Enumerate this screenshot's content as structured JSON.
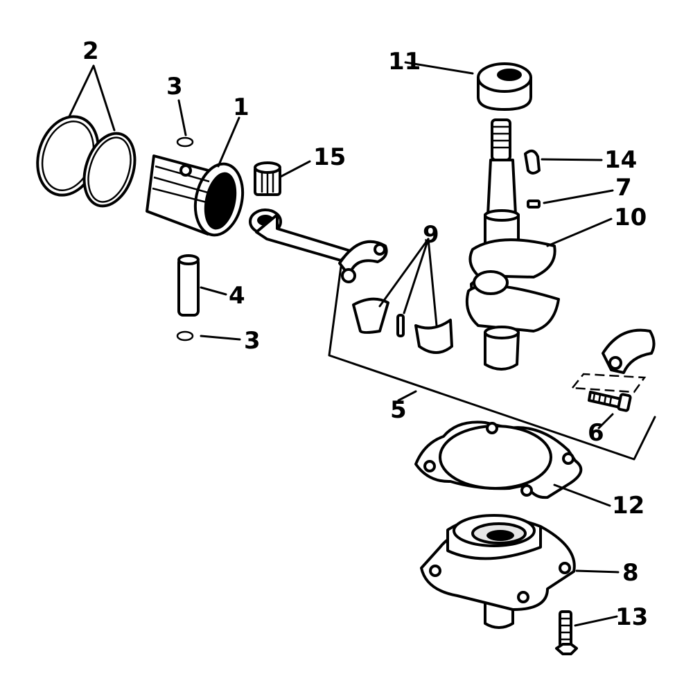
{
  "diagram": {
    "callouts": [
      {
        "id": "1",
        "text": "1"
      },
      {
        "id": "2",
        "text": "2"
      },
      {
        "id": "3a",
        "text": "3"
      },
      {
        "id": "3b",
        "text": "3"
      },
      {
        "id": "4",
        "text": "4"
      },
      {
        "id": "5",
        "text": "5"
      },
      {
        "id": "6",
        "text": "6"
      },
      {
        "id": "7",
        "text": "7"
      },
      {
        "id": "8",
        "text": "8"
      },
      {
        "id": "9",
        "text": "9"
      },
      {
        "id": "10",
        "text": "10"
      },
      {
        "id": "11",
        "text": "11"
      },
      {
        "id": "12",
        "text": "12"
      },
      {
        "id": "13",
        "text": "13"
      },
      {
        "id": "14",
        "text": "14"
      },
      {
        "id": "15",
        "text": "15"
      }
    ],
    "colors": {
      "ink": "#000000",
      "paper": "#ffffff",
      "shade": "#e6e6e6"
    }
  }
}
